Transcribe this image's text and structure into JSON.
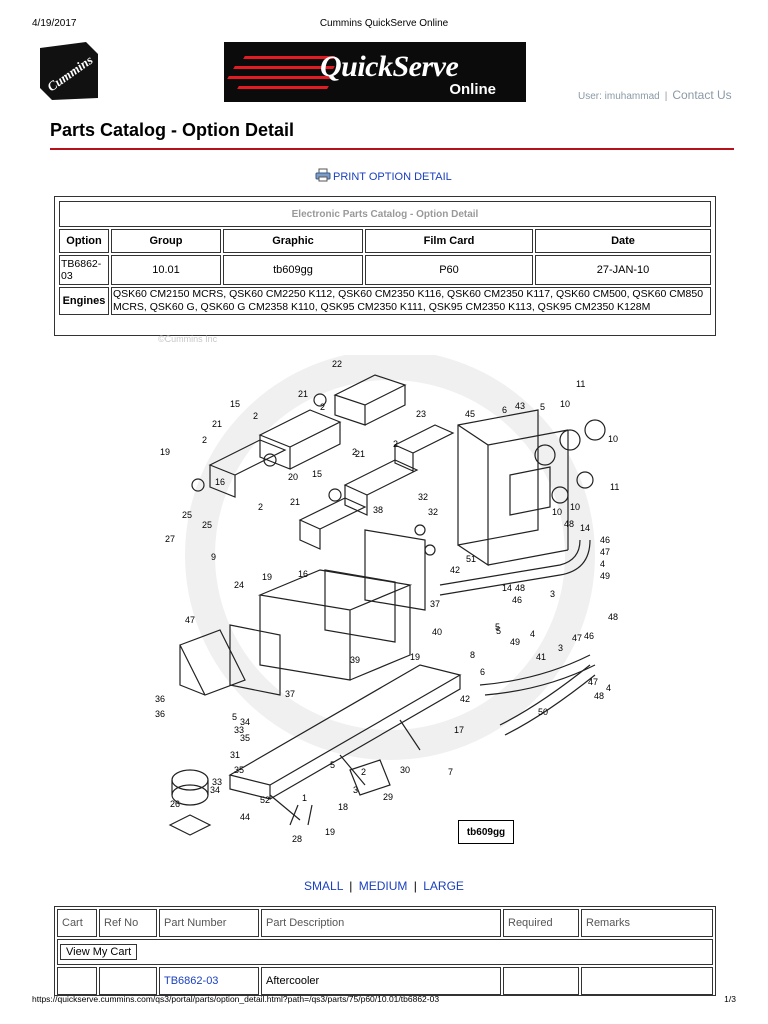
{
  "print_header": {
    "date": "4/19/2017",
    "title": "Cummins QuickServe Online"
  },
  "brand": {
    "logo_text": "Cummins",
    "banner_main": "QuickServe",
    "banner_sub": "Online",
    "accent": "#e31b23"
  },
  "userbar": {
    "user": "User: imuhammad",
    "separator": "|",
    "contact": "Contact Us"
  },
  "page_title": "Parts Catalog - Option Detail",
  "print_link": "PRINT OPTION DETAIL",
  "detail": {
    "caption": "Electronic Parts Catalog - Option Detail",
    "headers": [
      "Option",
      "Group",
      "Graphic",
      "Film Card",
      "Date"
    ],
    "option": "TB6862-03",
    "group": "10.01",
    "graphic": "tb609gg",
    "film_card": "P60",
    "date": "27-JAN-10",
    "engines_label": "Engines",
    "engines": "QSK60 CM2150 MCRS, QSK60 CM2250 K112, QSK60 CM2350 K116, QSK60 CM2350 K117, QSK60 CM500, QSK60 CM850 MCRS, QSK60 G, QSK60 G CM2358 K110, QSK95 CM2350 K111, QSK95 CM2350 K113, QSK95 CM2350 K128M"
  },
  "copyright": "©Cummins Inc",
  "graphic_label": "tb609gg",
  "size_links": {
    "small": "SMALL",
    "medium": "MEDIUM",
    "large": "LARGE",
    "sep": "|"
  },
  "parts_table": {
    "headers": [
      "Cart",
      "Ref No",
      "Part Number",
      "Part Description",
      "Required",
      "Remarks"
    ],
    "view_cart": "View My Cart",
    "rows": [
      {
        "cart": "",
        "ref": "",
        "part_number": "TB6862-03",
        "description": "Aftercooler",
        "required": "",
        "remarks": ""
      }
    ]
  },
  "print_footer": {
    "url": "https://quickserve.cummins.com/qs3/portal/parts/option_detail.html?path=/qs3/parts/75/p60/10.01/tb6862-03",
    "page": "1/3"
  },
  "diagram_callouts": [
    "22",
    "2",
    "21",
    "15",
    "2",
    "21",
    "2",
    "19",
    "27",
    "25",
    "16",
    "20",
    "25",
    "2",
    "21",
    "15",
    "23",
    "45",
    "6",
    "43",
    "5",
    "10",
    "11",
    "10",
    "11",
    "10",
    "9",
    "24",
    "19",
    "16",
    "2",
    "21",
    "32",
    "32",
    "38",
    "2",
    "10",
    "48",
    "14",
    "46",
    "47",
    "4",
    "49",
    "3",
    "51",
    "42",
    "14",
    "48",
    "46",
    "47",
    "40",
    "37",
    "5",
    "4",
    "49",
    "41",
    "3",
    "47",
    "46",
    "48",
    "39",
    "5",
    "8",
    "6",
    "19",
    "42",
    "50",
    "36",
    "36",
    "5",
    "34",
    "33",
    "35",
    "31",
    "35",
    "37",
    "17",
    "47",
    "48",
    "4",
    "30",
    "7",
    "5",
    "2",
    "1",
    "26",
    "34",
    "33",
    "52",
    "3",
    "29",
    "44",
    "18",
    "28",
    "19"
  ]
}
